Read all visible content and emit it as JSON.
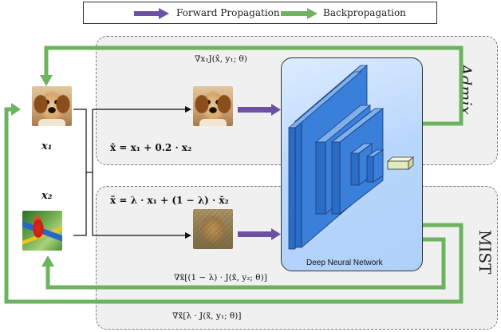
{
  "legend": {
    "forward_label": "Forward Propagation",
    "backward_label": "Backpropagation",
    "forward_color": "#6a52a0",
    "backward_color": "#6db35f"
  },
  "admix": {
    "side_label": "Admix",
    "gradient_label": "∇x₁J(x̂, y₁; θ)",
    "formula": "x̂ = x₁ + 0.2 · x₂"
  },
  "mist": {
    "side_label": "MIST",
    "formula": "x̃ = λ · x₁ + (1 − λ) · x̄₂",
    "gradient_inner_label": "∇x̃[(1 − λ) · J(x̃, y₂; θ)]",
    "gradient_outer_label": "∇x̃[λ · J(x̃, y₁; θ)]"
  },
  "inputs": {
    "x1_label": "x₁",
    "x2_label": "x₂"
  },
  "network": {
    "label": "Deep Neural Network",
    "fill_color": "#b8d6fb",
    "layer_color": "#3a7fd9"
  }
}
